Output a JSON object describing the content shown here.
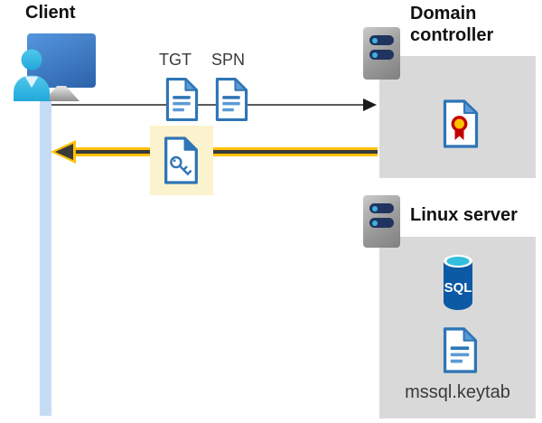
{
  "diagram": {
    "client": {
      "label": "Client"
    },
    "tickets": {
      "tgt_label": "TGT",
      "spn_label": "SPN"
    },
    "domain_controller": {
      "label": "Domain controller"
    },
    "linux_server": {
      "label": "Linux server"
    },
    "sql_db": {
      "label": "SQL"
    },
    "keytab_file": {
      "label": "mssql.keytab"
    },
    "colors": {
      "response_arrow_yellow": "#ffc103",
      "highlight_box_yellow": "#fbf3cd",
      "panel_gray": "#d9d9d9",
      "document_blue": "#2e75b6",
      "document_fold_blue": "#5b9bd5",
      "client_timeline_blue": "#c6dcf5",
      "monitor_blue": "#2b62ab",
      "person_cyan": "#35bce8",
      "server_body_gray": "#9a9a9a",
      "server_bar_navy": "#1f3560",
      "server_led_cyan": "#41b1df",
      "sql_body_blue": "#0c59a4",
      "sql_top_cyan": "#32bedc",
      "certificate_ring_red": "#c00000",
      "certificate_center_gold": "#ffc000",
      "request_arrow_gray": "#5a5a5a"
    }
  }
}
